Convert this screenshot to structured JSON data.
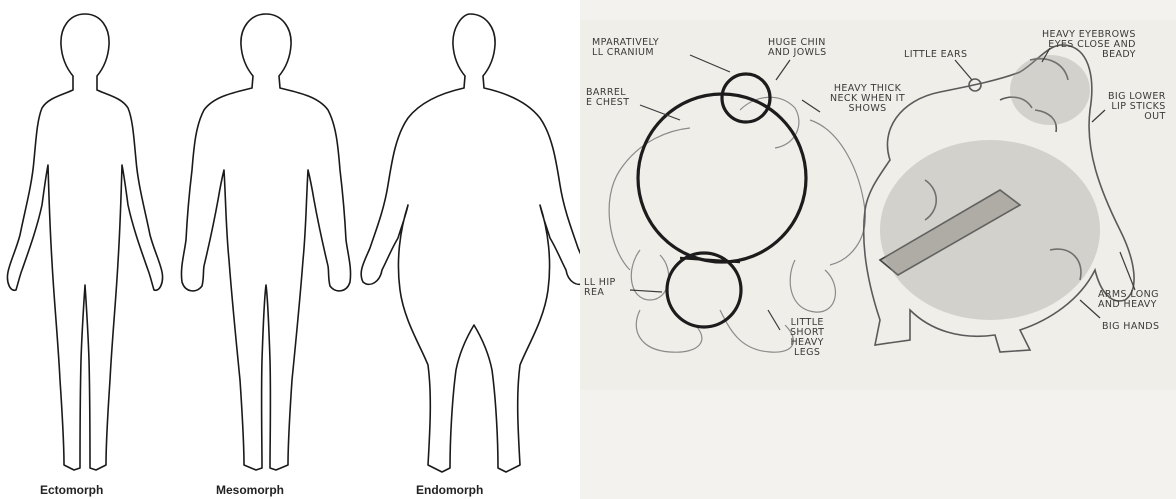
{
  "body_types": {
    "ectomorph": "Ectomorph",
    "mesomorph": "Mesomorph",
    "endomorph": "Endomorph"
  },
  "sketch_labels": {
    "cranium": "MPARATIVELY\nLL CRANIUM",
    "chin": "HUGE CHIN\nAND JOWLS",
    "ears": "LITTLE EARS",
    "eyebrows": "HEAVY EYEBROWS\nEYES CLOSE AND\nBEADY",
    "barrel": "BARREL\nE CHEST",
    "neck": "HEAVY THICK\nNECK WHEN IT\nSHOWS",
    "lip": "BIG LOWER\nLIP STICKS\nOUT",
    "hip": "LL HIP\nREA",
    "legs": "LITTLE\nSHORT\nHEAVY\nLEGS",
    "arms": "ARMS LONG\nAND HEAVY",
    "hands": "BIG HANDS"
  },
  "colors": {
    "outline": "#1a1a1a",
    "sketch_line": "#555555",
    "construction": "#1c1c1c",
    "paper": "#f4f2ee"
  }
}
